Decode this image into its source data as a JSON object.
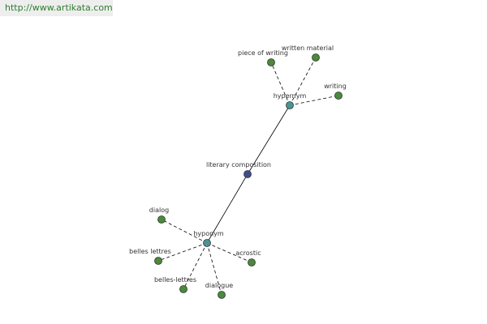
{
  "header": {
    "url": "http://www.artikata.com"
  },
  "colors": {
    "center_node": "#3f4c8c",
    "relation_node": "#4a9494",
    "leaf_node": "#4a8a3a",
    "edge": "#000000",
    "url_text": "#2e7d2e"
  },
  "graph": {
    "center": {
      "label": "literary composition"
    },
    "relations": [
      {
        "key": "hypernym",
        "label": "hypernym",
        "terms": [
          "piece of writing",
          "written material",
          "writing"
        ]
      },
      {
        "key": "hyponym",
        "label": "hyponym",
        "terms": [
          "dialog",
          "belles lettres",
          "belles-lettres",
          "dialogue",
          "acrostic"
        ]
      }
    ]
  }
}
